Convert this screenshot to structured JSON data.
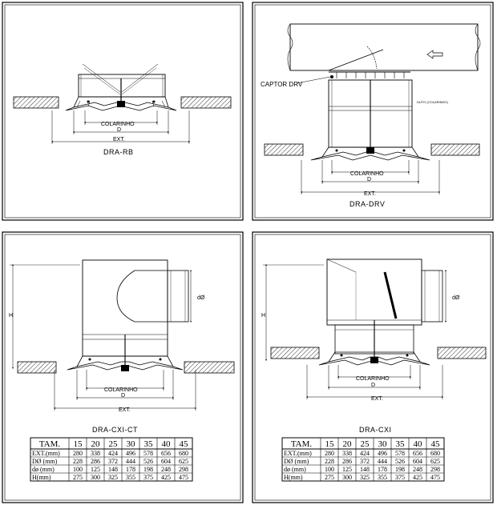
{
  "panels": {
    "top_left": {
      "title": "DRA-RB",
      "collar": "COLARINHO",
      "d": "D",
      "ext": "EXT."
    },
    "top_right": {
      "title": "DRA-DRV",
      "captor": "CAPTOR DRV",
      "duto": "DUTO (COLARINHO)",
      "collar": "COLARINHO",
      "d": "D",
      "ext": "EXT."
    },
    "bottom_left": {
      "title": "DRA-CXI-CT",
      "h": "H",
      "phi": "dØ",
      "collar": "COLARINHO",
      "d": "D",
      "ext": "EXT."
    },
    "bottom_right": {
      "title": "DRA-CXI",
      "h": "H",
      "phi": "dØ",
      "collar": "COLARINHO",
      "d": "D",
      "ext": "EXT."
    }
  },
  "table": {
    "header": [
      "TAM.",
      "15",
      "20",
      "25",
      "30",
      "35",
      "40",
      "45"
    ],
    "rows": [
      [
        "EXT.(mm)",
        "280",
        "338",
        "424",
        "496",
        "578",
        "656",
        "680"
      ],
      [
        "DØ (mm)",
        "228",
        "286",
        "372",
        "444",
        "526",
        "604",
        "625"
      ],
      [
        "dø (mm)",
        "100",
        "125",
        "148",
        "178",
        "198",
        "248",
        "298"
      ],
      [
        "H(mm)",
        "275",
        "300",
        "325",
        "355",
        "375",
        "425",
        "475"
      ]
    ]
  }
}
